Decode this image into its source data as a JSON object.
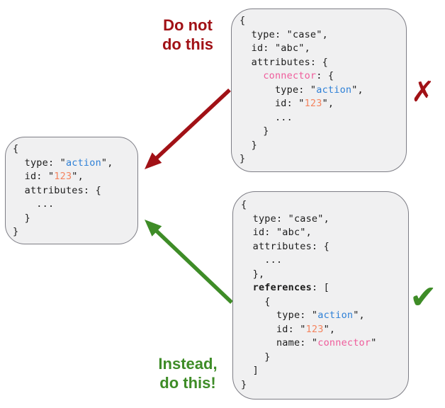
{
  "labels": {
    "do_not": {
      "line1": "Do not",
      "line2": "do this"
    },
    "instead": {
      "line1": "Instead,",
      "line2": "do this!"
    }
  },
  "marks": {
    "cross": "✗",
    "check": "✔"
  },
  "colors": {
    "red": "#A11116",
    "green": "#3E8C27",
    "pink": "#EF5C9B",
    "blue": "#2E80D7",
    "orange": "#F4845F",
    "code_text": "#1C1C1C",
    "box_bg": "#F0F0F1",
    "box_border": "#7D7D85"
  },
  "boxes": {
    "action": {
      "description": "action object JSON",
      "lines": [
        [
          [
            "p",
            "{"
          ]
        ],
        [
          [
            "p",
            "  type: \""
          ],
          [
            "blue",
            "action"
          ],
          [
            "p",
            "\","
          ]
        ],
        [
          [
            "p",
            "  id: \""
          ],
          [
            "orange",
            "123"
          ],
          [
            "p",
            "\","
          ]
        ],
        [
          [
            "p",
            "  attributes: {"
          ]
        ],
        [
          [
            "p",
            "    ..."
          ]
        ],
        [
          [
            "p",
            "  }"
          ]
        ],
        [
          [
            "p",
            "}"
          ]
        ]
      ]
    },
    "bad_case": {
      "description": "case JSON with nested connector (anti-pattern)",
      "lines": [
        [
          [
            "p",
            "{"
          ]
        ],
        [
          [
            "p",
            "  type: \"case\","
          ]
        ],
        [
          [
            "p",
            "  id: \"abc\","
          ]
        ],
        [
          [
            "p",
            "  attributes: {"
          ]
        ],
        [
          [
            "p",
            "    "
          ],
          [
            "pink",
            "connector"
          ],
          [
            "p",
            ": {"
          ]
        ],
        [
          [
            "p",
            "      type: \""
          ],
          [
            "blue",
            "action"
          ],
          [
            "p",
            "\","
          ]
        ],
        [
          [
            "p",
            "      id: \""
          ],
          [
            "orange",
            "123"
          ],
          [
            "p",
            "\","
          ]
        ],
        [
          [
            "p",
            "      ..."
          ]
        ],
        [
          [
            "p",
            "    }"
          ]
        ],
        [
          [
            "p",
            "  }"
          ]
        ],
        [
          [
            "p",
            "}"
          ]
        ]
      ]
    },
    "good_case": {
      "description": "case JSON using references array (recommended)",
      "lines": [
        [
          [
            "p",
            "{"
          ]
        ],
        [
          [
            "p",
            "  type: \"case\","
          ]
        ],
        [
          [
            "p",
            "  id: \"abc\","
          ]
        ],
        [
          [
            "p",
            "  attributes: {"
          ]
        ],
        [
          [
            "p",
            "    ..."
          ]
        ],
        [
          [
            "p",
            "  },"
          ]
        ],
        [
          [
            "p",
            "  "
          ],
          [
            "bold",
            "references"
          ],
          [
            "p",
            ": ["
          ]
        ],
        [
          [
            "p",
            "    {"
          ]
        ],
        [
          [
            "p",
            "      type: \""
          ],
          [
            "blue",
            "action"
          ],
          [
            "p",
            "\","
          ]
        ],
        [
          [
            "p",
            "      id: \""
          ],
          [
            "orange",
            "123"
          ],
          [
            "p",
            "\","
          ]
        ],
        [
          [
            "p",
            "      name: \""
          ],
          [
            "pink",
            "connector"
          ],
          [
            "p",
            "\""
          ]
        ],
        [
          [
            "p",
            "    }"
          ]
        ],
        [
          [
            "p",
            "  ]"
          ]
        ],
        [
          [
            "p",
            "}"
          ]
        ]
      ]
    }
  }
}
